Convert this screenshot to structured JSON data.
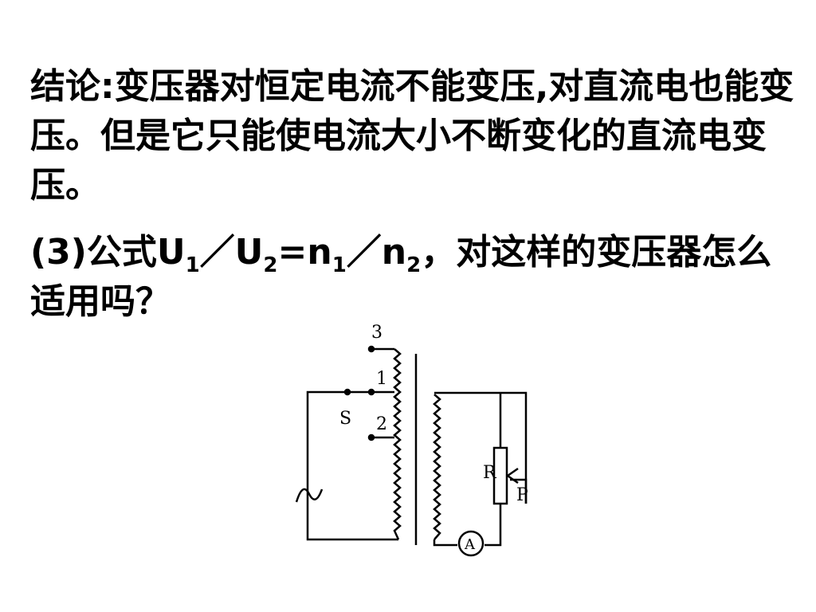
{
  "conclusion": {
    "text": "结论:变压器对恒定电流不能变压,对直流电也能变压。但是它只能使电流大小不断变化的直流电变压。"
  },
  "question": {
    "prefix": "(3)公式U",
    "sub1": "1",
    "slash1": "／U",
    "sub2": "2",
    "eq": "=n",
    "sub3": "1",
    "slash2": "／n",
    "sub4": "2",
    "suffix": "，对这样的变压器怎么适用吗？"
  },
  "diagram": {
    "labels": {
      "tap3": "3",
      "tap1": "1",
      "tap2": "2",
      "switch": "S",
      "resistor": "R",
      "slider": "P"
    },
    "source_symbol": "~",
    "meter_symbol": "A"
  }
}
